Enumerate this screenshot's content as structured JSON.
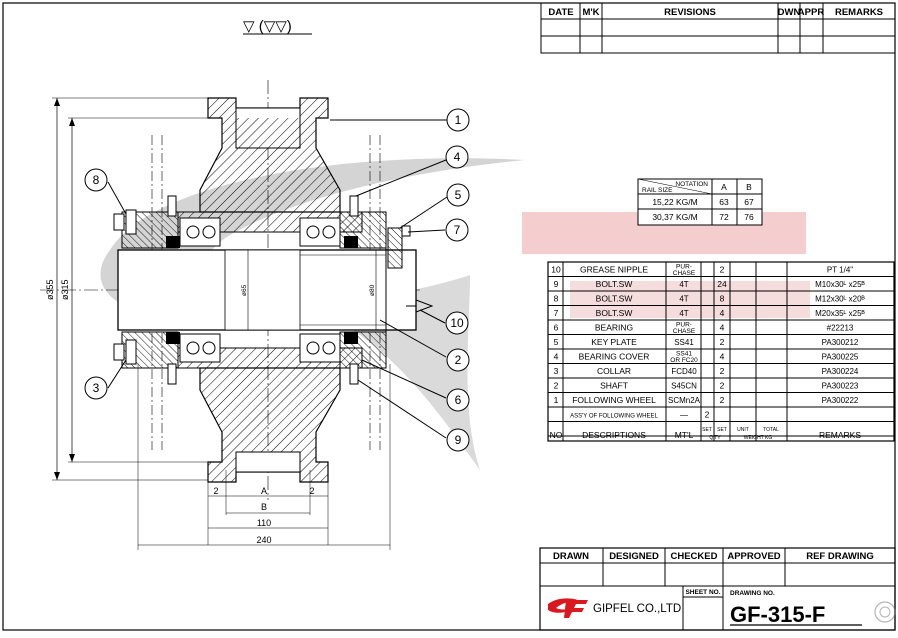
{
  "colors": {
    "ink": "#000000",
    "watermark_gray": "#cfcfcf",
    "watermark_pink": "#f3c9c9",
    "logo_red": "#d9181f"
  },
  "revisions": {
    "headers": [
      "DATE",
      "M'K",
      "REVISIONS",
      "DWN",
      "APPR",
      "REMARKS"
    ]
  },
  "surface_symbol": "▽ (▽▽)",
  "notation": {
    "corner_top": "NOTATION",
    "corner_bottom": "RAIL SIZE",
    "col_a": "A",
    "col_b": "B",
    "rows": [
      {
        "rail": "15,22 KG/M",
        "a": "63",
        "b": "67"
      },
      {
        "rail": "30,37 KG/M",
        "a": "72",
        "b": "76"
      }
    ]
  },
  "bom": {
    "rows": [
      {
        "no": "10",
        "desc": "GREASE NIPPLE",
        "mat1": "PUR-",
        "mat2": "CHASE",
        "qty1": "2",
        "qty2": "",
        "remarks": "PT 1/4\""
      },
      {
        "no": "9",
        "desc": "BOLT.SW",
        "mat1": "4T",
        "mat2": "",
        "qty1": "24",
        "qty2": "",
        "remarks": "M10x30ᴸ x25ᴮ"
      },
      {
        "no": "8",
        "desc": "BOLT.SW",
        "mat1": "4T",
        "mat2": "",
        "qty1": "8",
        "qty2": "",
        "remarks": "M12x30ᴸ x20ᴮ"
      },
      {
        "no": "7",
        "desc": "BOLT.SW",
        "mat1": "4T",
        "mat2": "",
        "qty1": "4",
        "qty2": "",
        "remarks": "M20x35ᴸ x25ᴮ"
      },
      {
        "no": "6",
        "desc": "BEARING",
        "mat1": "PUR-",
        "mat2": "CHASE",
        "qty1": "4",
        "qty2": "",
        "remarks": "#22213"
      },
      {
        "no": "5",
        "desc": "KEY PLATE",
        "mat1": "SS41",
        "mat2": "",
        "qty1": "2",
        "qty2": "",
        "remarks": "PA300212"
      },
      {
        "no": "4",
        "desc": "BEARING COVER",
        "mat1": "SS41",
        "mat2": "OR FC20",
        "qty1": "4",
        "qty2": "",
        "remarks": "PA300225"
      },
      {
        "no": "3",
        "desc": "COLLAR",
        "mat1": "FCD40",
        "mat2": "",
        "qty1": "2",
        "qty2": "",
        "remarks": "PA300224"
      },
      {
        "no": "2",
        "desc": "SHAFT",
        "mat1": "S45CN",
        "mat2": "",
        "qty1": "2",
        "qty2": "",
        "remarks": "PA300223"
      },
      {
        "no": "1",
        "desc": "FOLLOWING WHEEL",
        "mat1": "SCMn2A",
        "mat2": "",
        "qty1": "2",
        "qty2": "",
        "remarks": "PA300222"
      },
      {
        "no": "",
        "desc": "ASS'Y OF FOLLOWING WHEEL",
        "mat1": "—",
        "mat2": "",
        "qty1": "",
        "qty2": "2",
        "remarks": ""
      }
    ],
    "footer": {
      "no": "NO",
      "desc": "DESCRIPTIONS",
      "mat": "MT'L",
      "set1": "SET",
      "set2": "SET",
      "unit": "UNIT",
      "total": "TOTAL",
      "qty": "Q'TY",
      "weight": "WEIGHT KG",
      "remarks": "REMARKS"
    }
  },
  "title_block": {
    "headers": [
      "DRAWN",
      "DESIGNED",
      "CHECKED",
      "APPROVED",
      "REF DRAWING"
    ],
    "company": "GIPFEL CO.,LTD",
    "sheet_no_label": "SHEET NO.",
    "drawing_no_label": "DRAWING NO.",
    "drawing_no": "GF-315-F"
  },
  "dimensions": {
    "d355": "ø355",
    "d315": "ø315",
    "d65": "ø65",
    "d80": "ø80",
    "a": "A",
    "b": "B",
    "two_left": "2",
    "two_right": "2",
    "w110": "110",
    "w240": "240"
  },
  "balloons": [
    "1",
    "2",
    "3",
    "4",
    "5",
    "6",
    "7",
    "8",
    "9",
    "10"
  ]
}
